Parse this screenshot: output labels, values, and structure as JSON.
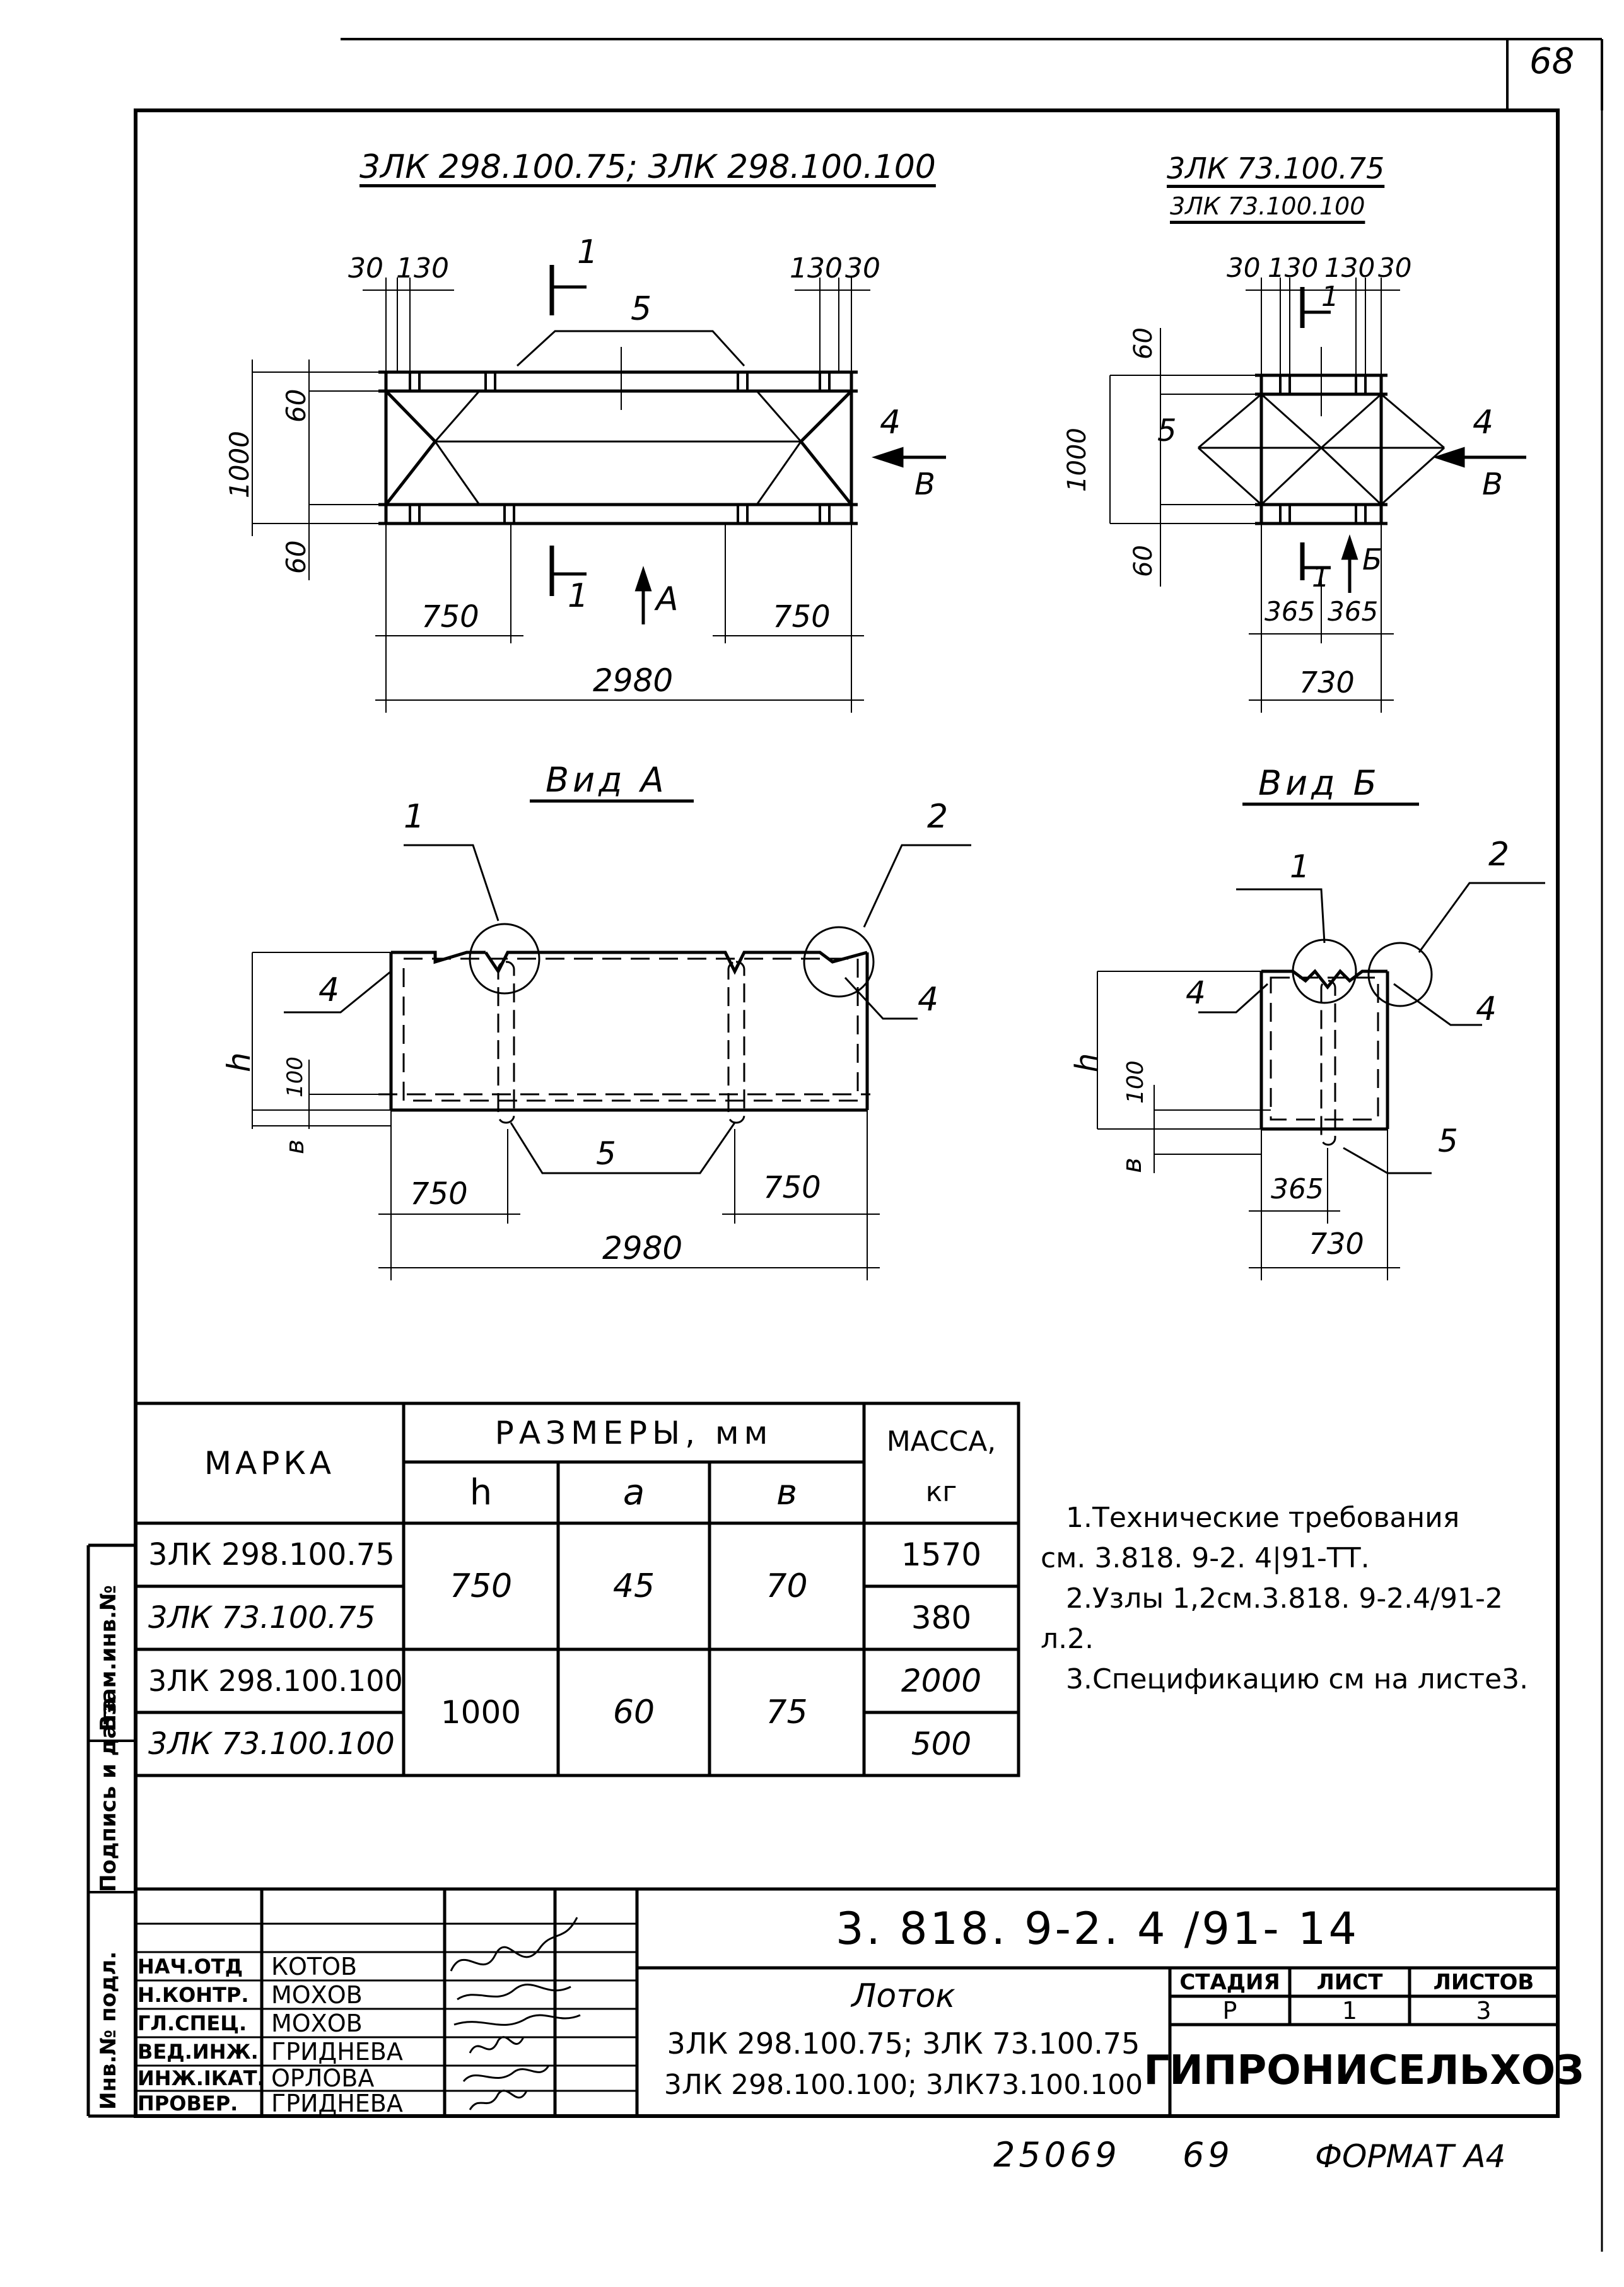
{
  "sheet": {
    "corner_number": "68"
  },
  "drawing": {
    "plan_left": {
      "title": "3ЛК 298.100.75; 3ЛК 298.100.100",
      "dims_top_left": [
        "30",
        "130"
      ],
      "dims_top_right": [
        "130",
        "30"
      ],
      "dim_60_top": "60",
      "dim_1000": "1000",
      "dim_60_bottom": "60",
      "dim_750_left": "750",
      "dim_750_right": "750",
      "dim_total": "2980",
      "section_mark": "1",
      "item_5": "5",
      "item_4": "4",
      "arrow_b": "В",
      "arrow_a": "А"
    },
    "plan_right": {
      "title_line1": "3ЛК 73.100.75",
      "title_line2": "3ЛК 73.100.100",
      "dims_top": [
        "30",
        "130",
        "130",
        "30"
      ],
      "dim_60_top": "60",
      "dim_1000": "1000",
      "dim_60_bottom": "60",
      "dim_365_left": "365",
      "dim_365_right": "365",
      "dim_total": "730",
      "item_5": "5",
      "item_4": "4",
      "arrow_b": "В",
      "arrow_v": "Б",
      "section_mark": "1"
    },
    "view_a": {
      "title": "Вид А",
      "callout_1": "1",
      "callout_2": "2",
      "item_4_left": "4",
      "item_4_right": "4",
      "dim_h": "h",
      "dim_100": "100",
      "dim_b": "в",
      "item_5": "5",
      "dim_750_left": "750",
      "dim_750_right": "750",
      "dim_total": "2980"
    },
    "view_b": {
      "title": "Вид Б",
      "callout_1": "1",
      "callout_2": "2",
      "item_4_left": "4",
      "item_4_right": "4",
      "dim_h": "h",
      "dim_100": "100",
      "dim_b": "в",
      "item_5": "5",
      "dim_365": "365",
      "dim_730": "730"
    }
  },
  "table": {
    "header_marka": "МАРКА",
    "header_sizes": "РАЗМЕРЫ, мм",
    "header_h": "h",
    "header_a": "a",
    "header_b": "в",
    "header_mass": "МАССА,",
    "header_mass_unit": "кг",
    "rows": [
      {
        "marka": "3ЛК 298.100.75",
        "mass": "1570"
      },
      {
        "marka": "3ЛК 73.100.75",
        "mass": "380"
      },
      {
        "marka": "3ЛК 298.100.100",
        "mass": "2000"
      },
      {
        "marka": "3ЛК 73.100.100",
        "mass": "500"
      }
    ],
    "group1": {
      "h": "750",
      "a": "45",
      "b": "70"
    },
    "group2": {
      "h": "1000",
      "a": "60",
      "b": "75"
    }
  },
  "notes": [
    "1.Технические требования",
    "см. 3.818. 9-2. 4|91-ТТ.",
    "2.Узлы 1,2см.3.818. 9-2.4/91-2",
    "л.2.",
    "3.Спецификацию см на листе3."
  ],
  "side_stamp": {
    "inv_podl": "Инв.№ подл.",
    "podpis_data": "Подпись и дата",
    "vzam_inv": "Взам.инв.№"
  },
  "title_block": {
    "document_code": "3. 818. 9-2. 4 /91- 14",
    "people": [
      {
        "role": "НАЧ.ОТД",
        "name": "КОТОВ"
      },
      {
        "role": "Н.КОНТР.",
        "name": "МОХОВ"
      },
      {
        "role": "ГЛ.СПЕЦ.",
        "name": "МОХОВ"
      },
      {
        "role": "ВЕД.ИНЖ.",
        "name": "ГРИДНЕВА"
      },
      {
        "role": "ИНЖ.IКАТ.",
        "name": "ОРЛОВА"
      },
      {
        "role": "ПРОВЕР.",
        "name": "ГРИДНЕВА"
      }
    ],
    "product_name": "Лоток",
    "product_line1": "3ЛК 298.100.75; 3ЛК 73.100.75",
    "product_line2": "3ЛК 298.100.100; 3ЛК73.100.100",
    "stage_label": "СТАДИЯ",
    "sheet_label": "ЛИСТ",
    "sheets_label": "ЛИСТОВ",
    "stage_value": "Р",
    "sheet_value": "1",
    "sheets_value": "3",
    "organization": "ГИПРОНИСЕЛЬХОЗ"
  },
  "footer": {
    "number1": "25069",
    "number2": "69",
    "format": "ФОРМАТ А4"
  }
}
